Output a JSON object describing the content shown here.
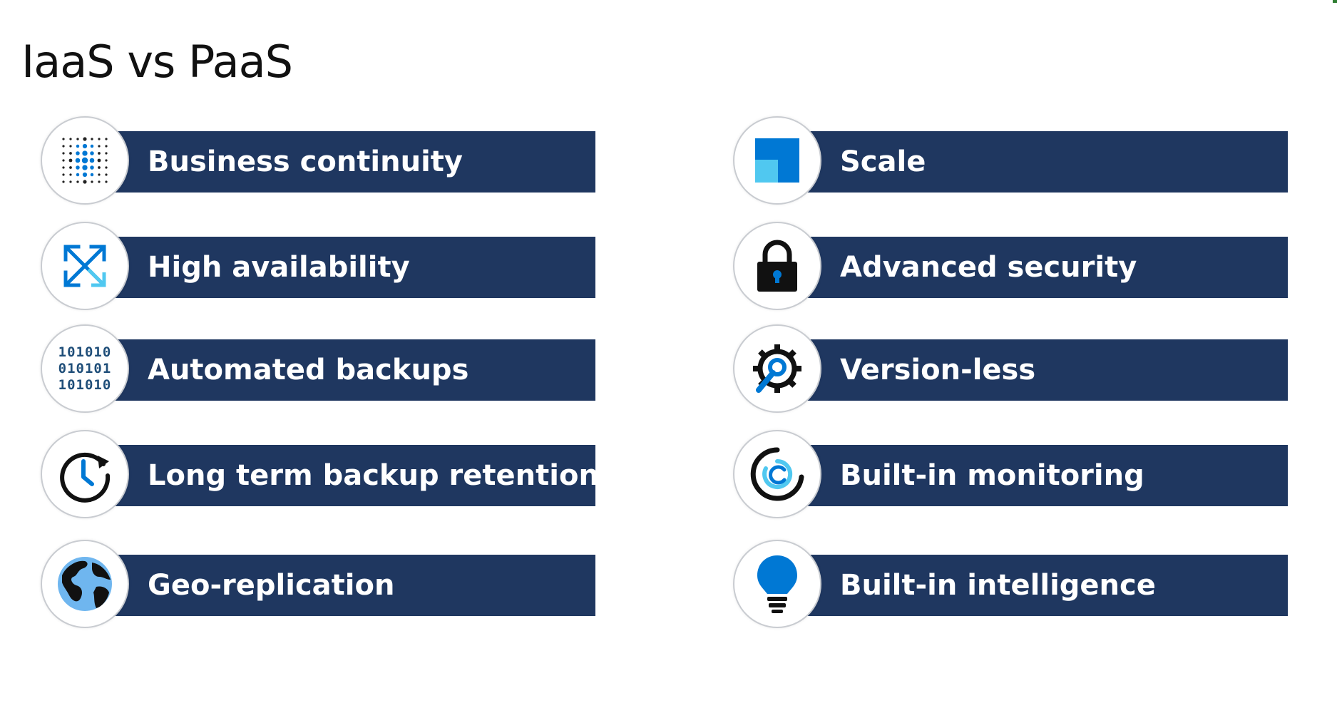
{
  "slide": {
    "title": "IaaS vs PaaS"
  },
  "colors": {
    "bar": "#1f3760",
    "bar_text": "#ffffff",
    "icon_blue": "#0078d4",
    "icon_light_blue": "#50c8f0"
  },
  "left_features": [
    {
      "label": "Business continuity",
      "icon": "dot-grid-icon"
    },
    {
      "label": "High availability",
      "icon": "expand-arrows-icon"
    },
    {
      "label": "Automated backups",
      "icon": "binary-data-icon",
      "icon_text": [
        "101010",
        "010101",
        "101010"
      ]
    },
    {
      "label": "Long term backup retention",
      "icon": "clock-refresh-icon"
    },
    {
      "label": "Geo-replication",
      "icon": "globe-icon"
    }
  ],
  "right_features": [
    {
      "label": "Scale",
      "icon": "scale-squares-icon"
    },
    {
      "label": "Advanced security",
      "icon": "padlock-icon"
    },
    {
      "label": "Version-less",
      "icon": "gear-wrench-icon"
    },
    {
      "label": "Built-in monitoring",
      "icon": "monitoring-ring-icon"
    },
    {
      "label": "Built-in intelligence",
      "icon": "lightbulb-icon"
    }
  ]
}
